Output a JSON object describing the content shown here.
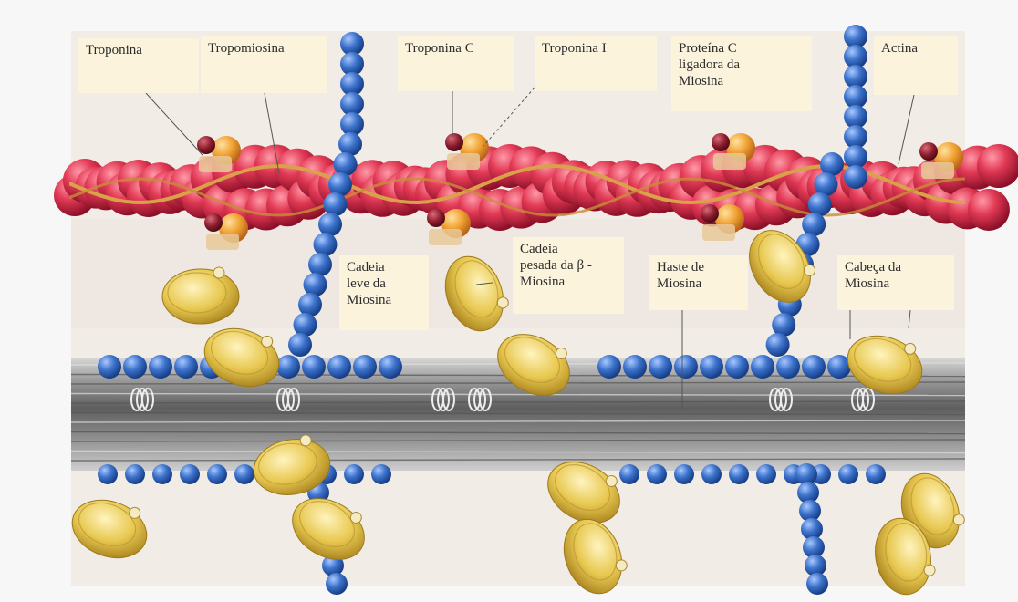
{
  "labels": {
    "troponina": "Troponina",
    "tropomiosina": "Tropomiosina",
    "troponina_c": "Troponina C",
    "troponina_i": "Troponina I",
    "proteina_c": [
      "Proteína C",
      "ligadora da",
      "Miosina"
    ],
    "actina": "Actina",
    "cadeia_leve": [
      "Cadeia",
      "leve da",
      "Miosina"
    ],
    "cadeia_pesada": [
      "Cadeia",
      "pesada da β -",
      "Miosina"
    ],
    "haste": [
      "Haste de",
      "Miosina"
    ],
    "cabeca": [
      "Cabeça da",
      "Miosina"
    ]
  },
  "colors": {
    "actin_red": "#d8304a",
    "tropomyosin": "#d9a24a",
    "troponin_orange": "#f0a030",
    "troponin_dark": "#8a1c2c",
    "binding_protein_blue": "#3d73cc",
    "myosin_head_yellow": "#e8c850",
    "thick_filament_gray": "#7e7e7e"
  }
}
